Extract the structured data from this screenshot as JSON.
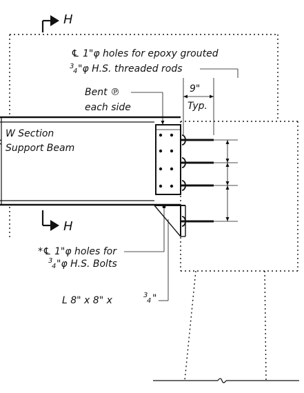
{
  "section_marks": {
    "top": "H",
    "bottom": "H"
  },
  "labels": {
    "holes_epoxy_line1": "℄ 1\"φ holes for epoxy grouted",
    "holes_epoxy_line2_frac": "3",
    "holes_epoxy_line2_den": "4",
    "holes_epoxy_line2_rest": "\"φ H.S. threaded rods",
    "dim_value": "9\"",
    "dim_typ": "Typ.",
    "bent_plate_line1": "Bent ℗",
    "bent_plate_line2": "each side",
    "beam_line1": "W Section",
    "beam_line2": "Support Beam",
    "bolt_holes_line1": "*℄ 1\"φ holes for",
    "bolt_holes_line2_frac": "3",
    "bolt_holes_line2_den": "4",
    "bolt_holes_line2_rest": "\"φ H.S. Bolts",
    "angle_prefix": "L 8\" x 8\" x ",
    "angle_frac": "3",
    "angle_den": "4",
    "angle_suffix": "\""
  },
  "colors": {
    "ink": "#111111",
    "paper": "#ffffff"
  }
}
